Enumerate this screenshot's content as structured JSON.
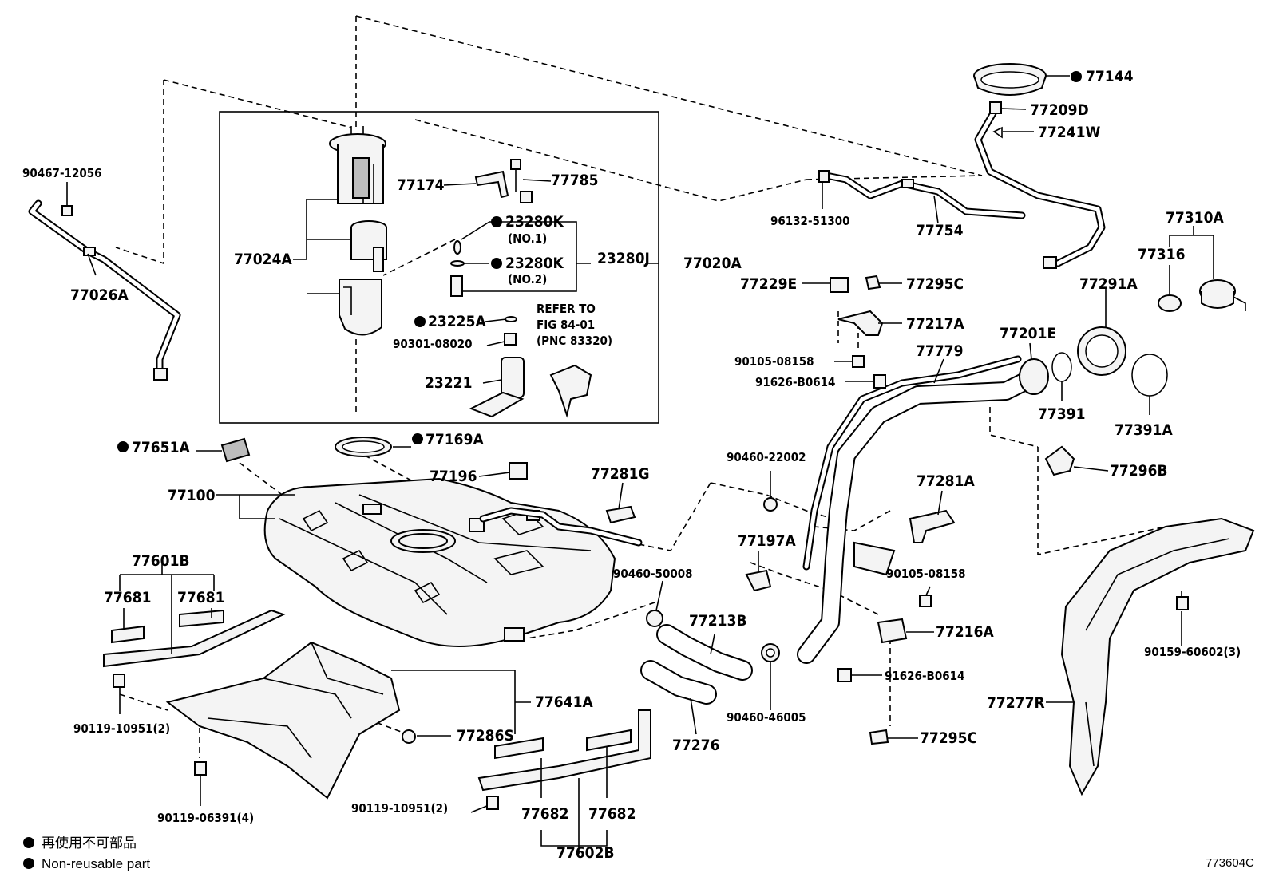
{
  "labels": {
    "p90467_12056": "90467-12056",
    "p77026A": "77026A",
    "p77024A": "77024A",
    "p77174": "77174",
    "p77785": "77785",
    "p23280K_1": "23280K",
    "no1": "(NO.1)",
    "p23280K_2": "23280K",
    "no2": "(NO.2)",
    "p23280J": "23280J",
    "p77020A": "77020A",
    "p23225A": "23225A",
    "refer1": "REFER TO",
    "refer2": "FIG 84-01",
    "refer3": "(PNC 83320)",
    "p90301_08020": "90301-08020",
    "p23221": "23221",
    "p77169A": "77169A",
    "p77651A": "77651A",
    "p77196": "77196",
    "p77100": "77100",
    "p77281G": "77281G",
    "p77601B": "77601B",
    "p77681_a": "77681",
    "p77681_b": "77681",
    "p90460_50008": "90460-50008",
    "p77213B": "77213B",
    "p77641A": "77641A",
    "p77286S": "77286S",
    "p90119_10951_a": "90119-10951(2)",
    "p90119_06391": "90119-06391(4)",
    "p90119_10951_b": "90119-10951(2)",
    "p77682_a": "77682",
    "p77682_b": "77682",
    "p77602B": "77602B",
    "p77276": "77276",
    "p90460_46005": "90460-46005",
    "p77144": "77144",
    "p77209D": "77209D",
    "p77241W": "77241W",
    "p96132_51300": "96132-51300",
    "p77754": "77754",
    "p77310A": "77310A",
    "p77316": "77316",
    "p77291A": "77291A",
    "p77229E": "77229E",
    "p77295C_a": "77295C",
    "p77217A": "77217A",
    "p77201E": "77201E",
    "p77779": "77779",
    "p90105_08158_a": "90105-08158",
    "p91626_B0614_a": "91626-B0614",
    "p77391": "77391",
    "p77391A": "77391A",
    "p90460_22002": "90460-22002",
    "p77296B": "77296B",
    "p77281A": "77281A",
    "p77197A": "77197A",
    "p90105_08158_b": "90105-08158",
    "p77216A": "77216A",
    "p91626_B0614_b": "91626-B0614",
    "p77295C_b": "77295C",
    "p90159_60602": "90159-60602(3)",
    "p77277R": "77277R"
  },
  "legend": {
    "line1": "再使用不可部品",
    "line2": "Non-reusable part"
  },
  "figure_code": "773604C"
}
